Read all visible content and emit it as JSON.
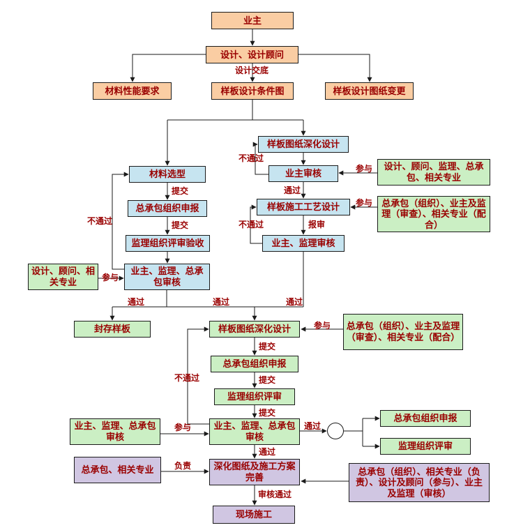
{
  "colors": {
    "peach": "#FACDA3",
    "blue": "#C6E4F0",
    "green": "#CBEFC4",
    "purple": "#D0C6E2",
    "text": "#990000",
    "line": "#1a1a1a"
  },
  "nodes": {
    "owner": "业主",
    "designer": "设计、设计顾问",
    "material_req": "材料性能要求",
    "condition_dwg": "样板设计条件图",
    "dwg_change": "样板设计图纸变更",
    "deepen_design_1": "样板图纸深化设计",
    "owner_review": "业主审核",
    "process_design": "样板施工工艺设计",
    "owner_supervisor_review": "业主、监理审核",
    "material_selection": "材料选型",
    "gc_declare_1": "总承包组织申报",
    "supervisor_review_accept": "监理组织评审验收",
    "osc_review_1": "业主、监理、总承包审核",
    "participants_review_1": "设计、顾问、监理、总承包、相关专业",
    "participants_process": "总承包（组织）、业主及监理（审查）、相关专业（配合）",
    "participants_left_1": "设计、顾问、相关专业",
    "seal_sample": "封存样板",
    "deepen_design_2": "样板图纸深化设计",
    "gc_declare_2": "总承包组织申报",
    "supervisor_review_2": "监理组织评审",
    "osc_review_2": "业主、监理、总承包审核",
    "participants_deepen": "总承包（组织）、业主及监理（审查）、相关专业（配合）",
    "participants_left_2": "业主、监理、总承包审核",
    "gc_declare_3": "总承包组织申报",
    "supervisor_review_3": "监理组织评审",
    "gc_related": "总承包、相关专业",
    "improve_plan": "深化图纸及施工方案完善",
    "responsibility_group": "总承包（组织）、相关专业（负责）、设计及顾问（参与）、业主及监理（审核）",
    "site_construction": "现场施工"
  },
  "edge_labels": {
    "design_handover": "设计交底",
    "fail_1": "不通过",
    "pass_1": "通过",
    "join_1": "参与",
    "join_2": "参与",
    "submit_report": "报审",
    "fail_2": "不通过",
    "submit_1": "提交",
    "submit_2": "提交",
    "fail_left": "不通过",
    "join_left_1": "参与",
    "pass_merge_left": "通过",
    "pass_merge_center": "通过",
    "pass_merge_right": "通过",
    "join_deepen": "参与",
    "submit_3": "提交",
    "submit_4": "提交",
    "submit_5": "提交",
    "fail_center": "不通过",
    "join_left_2": "参与",
    "pass_to_circle": "通过",
    "pass_down": "通过",
    "responsible": "负责",
    "review_pass": "审核通过"
  }
}
